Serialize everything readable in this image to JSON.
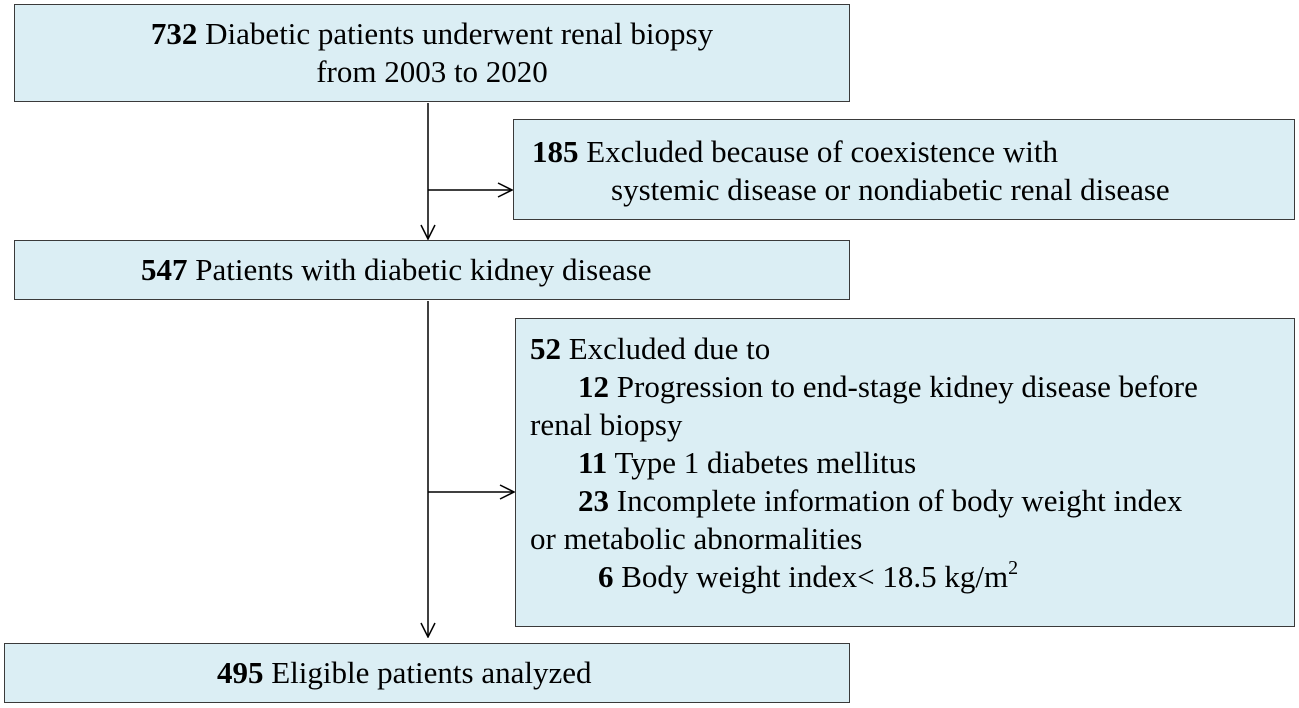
{
  "boxes": {
    "start": {
      "count": "732",
      "line1": "Diabetic  patients underwent  renal  biopsy",
      "line2": "from 2003  to 2020"
    },
    "exclusion1": {
      "count": "185",
      "line1": "Excluded because of coexistence with",
      "line2": "systemic disease or nondiabetic renal  disease"
    },
    "dkd": {
      "count": "547",
      "text": "Patients with  diabetic  kidney  disease"
    },
    "exclusion2": {
      "count": "52",
      "text": "Excluded due to",
      "items": [
        {
          "count": "12",
          "text": "Progression to end-stage kidney  disease before",
          "cont": "renal  biopsy"
        },
        {
          "count": "11",
          "text": "Type 1 diabetes mellitus"
        },
        {
          "count": "23",
          "text": "Incomplete information  of body weight  index",
          "cont": "or metabolic abnormalities"
        },
        {
          "count": "6",
          "text": "Body weight  index< 18.5 kg/m",
          "sup": "2"
        }
      ]
    },
    "final": {
      "count": "495",
      "text": "Eligible  patients analyzed"
    }
  },
  "colors": {
    "box_fill": "#dbeef4",
    "box_border": "#3a3a3a",
    "arrow": "#000000"
  }
}
